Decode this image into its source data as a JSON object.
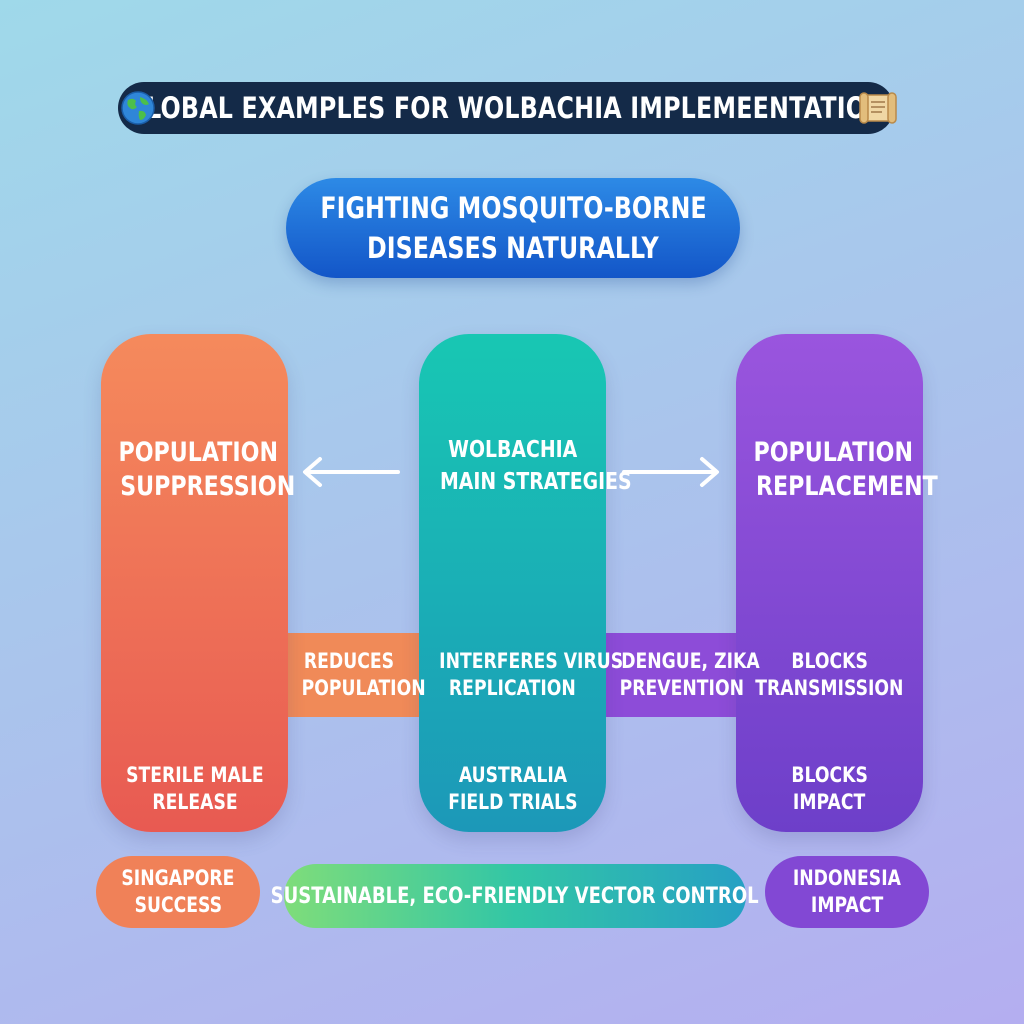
{
  "header": {
    "title": "GLOBAL EXAMPLES FOR WOLBACHIA IMPLEMEENTATION",
    "left_icon": "globe-icon",
    "right_icon": "scroll-icon"
  },
  "subtitle": {
    "line1": "FIGHTING MOSQUITO-BORNE",
    "line2": "DISEASES NATURALLY"
  },
  "columns": {
    "left": {
      "title_line1": "POPULATION",
      "title_line2": "SUPPRESSION",
      "bottom_line1": "STERILE MALE",
      "bottom_line2": "RELEASE",
      "color": "#f07a56"
    },
    "middle": {
      "title_line1": "WOLBACHIA",
      "title_line2": "MAIN STRATEGIES",
      "mid_line1": "INTERFERES VIRUS",
      "mid_line2": "REPLICATION",
      "bottom_line1": "AUSTRALIA",
      "bottom_line2": "FIELD TRIALS",
      "color": "#1cb3b6"
    },
    "right": {
      "title_line1": "POPULATION",
      "title_line2": "REPLACEMENT",
      "mid_line1": "BLOCKS",
      "mid_line2": "TRANSMISSION",
      "bottom_line1": "BLOCKS",
      "bottom_line2": "IMPACT",
      "color": "#8049d5"
    }
  },
  "bands": {
    "left": {
      "line1": "REDUCES",
      "line2": "POPULATION",
      "color": "#f08a58"
    },
    "right": {
      "line1": "DENGUE, ZIKA",
      "line2": "PREVENTION",
      "color": "#8d4cd8"
    }
  },
  "arrows": {
    "left_icon": "arrow-left-icon",
    "right_icon": "arrow-right-icon"
  },
  "footer": {
    "singapore_line1": "SINGAPORE",
    "singapore_line2": "SUCCESS",
    "eco": "SUSTAINABLE, ECO-FRIENDLY VECTOR CONTROL",
    "indonesia_line1": "INDONESIA",
    "indonesia_line2": "IMPACT"
  }
}
